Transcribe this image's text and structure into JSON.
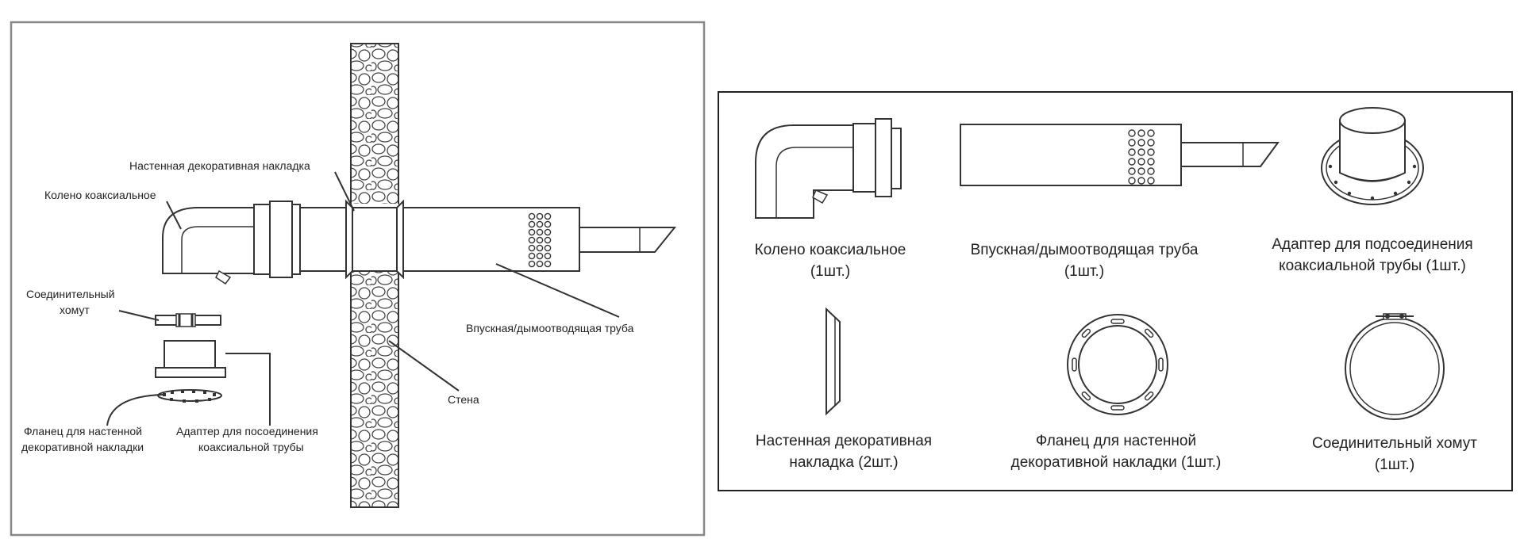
{
  "assembly_diagram": {
    "labels": {
      "wall_plate": "Настенная декоративная накладка",
      "elbow": "Колено коаксиальное",
      "clamp": "Соединительный хомут",
      "pipe": "Впускная/дымоотводящая труба",
      "wall": "Стена",
      "flange_line1": "Фланец для настенной",
      "flange_line2": "декоративной накладки",
      "adapter_line1": "Адаптер для посоединения",
      "adapter_line2": "коаксиальной трубы"
    }
  },
  "parts_list": {
    "elbow": {
      "name": "Колено коаксиальное",
      "qty": "(1шт.)"
    },
    "pipe": {
      "name": "Впускная/дымоотводящая труба",
      "qty": "(1шт.)"
    },
    "adapter": {
      "line1": "Адаптер для подсоединения",
      "line2": "коаксиальной трубы (1шт.)"
    },
    "wall_plate": {
      "line1": "Настенная декоративная",
      "line2": "накладка (2шт.)"
    },
    "flange": {
      "line1": "Фланец для настенной",
      "line2": "декоративной накладки (1шт.)"
    },
    "clamp": {
      "name": "Соединительный хомут",
      "qty": "(1шт.)"
    }
  },
  "colors": {
    "line": "#333333",
    "frame": "#888888",
    "background": "#ffffff"
  }
}
